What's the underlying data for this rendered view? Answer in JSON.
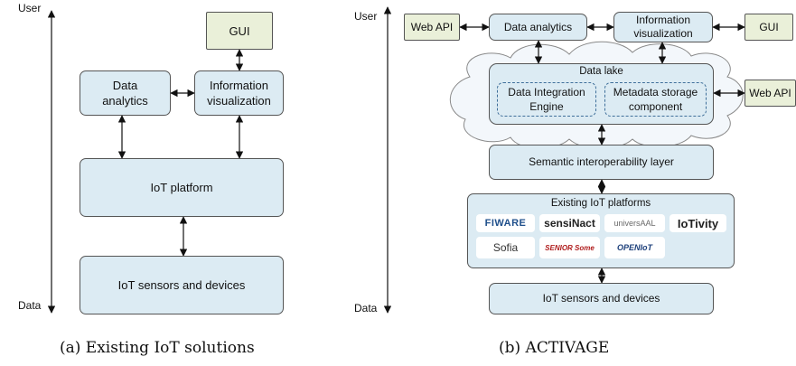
{
  "left": {
    "axis_top": "User",
    "axis_bottom": "Data",
    "gui": "GUI",
    "data_analytics": "Data\nanalytics",
    "info_vis": "Information\nvisualization",
    "iot_platform": "IoT platform",
    "sensors": "IoT sensors and devices",
    "caption": "(a) Existing IoT solutions"
  },
  "right": {
    "axis_top": "User",
    "axis_bottom": "Data",
    "web_api_left": "Web API",
    "data_analytics": "Data analytics",
    "info_vis": "Information\nvisualization",
    "gui": "GUI",
    "data_lake": "Data lake",
    "die": "Data Integration\nEngine",
    "msc": "Metadata storage\ncomponent",
    "web_api_right": "Web API",
    "semantic": "Semantic interoperability layer",
    "existing": "Existing IoT platforms",
    "logos": [
      "FIWARE",
      "sensiNact",
      "universAAL",
      "IoTivity",
      "Sofia",
      "SENIOR Some",
      "OPENIoT"
    ],
    "sensors": "IoT sensors and devices",
    "caption": "(b) ACTIVAGE"
  }
}
